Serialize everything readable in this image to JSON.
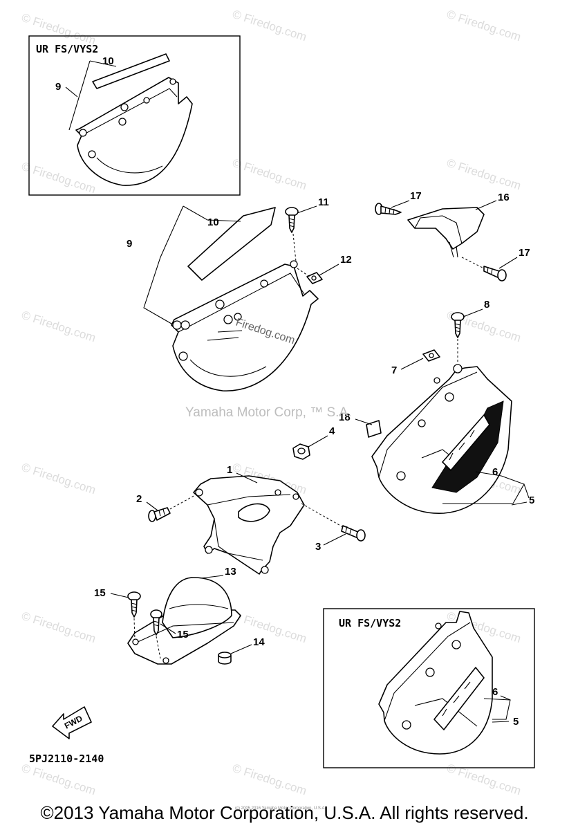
{
  "insets": [
    {
      "label": "UR FS/VYS2"
    },
    {
      "label": "UR FS/VYS2"
    }
  ],
  "callouts": {
    "c1": "1",
    "c2": "2",
    "c3": "3",
    "c4": "4",
    "c5a": "5",
    "c5b": "5",
    "c6a": "6",
    "c6b": "6",
    "c7": "7",
    "c8": "8",
    "c9a": "9",
    "c9b": "9",
    "c10a": "10",
    "c10b": "10",
    "c11": "11",
    "c12": "12",
    "c13": "13",
    "c14": "14",
    "c15a": "15",
    "c15b": "15",
    "c16": "16",
    "c17a": "17",
    "c17b": "17",
    "c18": "18"
  },
  "diagram_code": "5PJ2110-2140",
  "fwd_label": "FWD",
  "center_watermark": "Yamaha Motor Corp, ™ S.A.",
  "small_watermark": "Firedog.com",
  "watermark_text": "© Firedog.com",
  "fine_print": "(c) 2005 2016 Yamaha Motor Corporation, U.S.A.",
  "copyright": "©2013 Yamaha Motor Corporation, U.S.A. All rights reserved."
}
